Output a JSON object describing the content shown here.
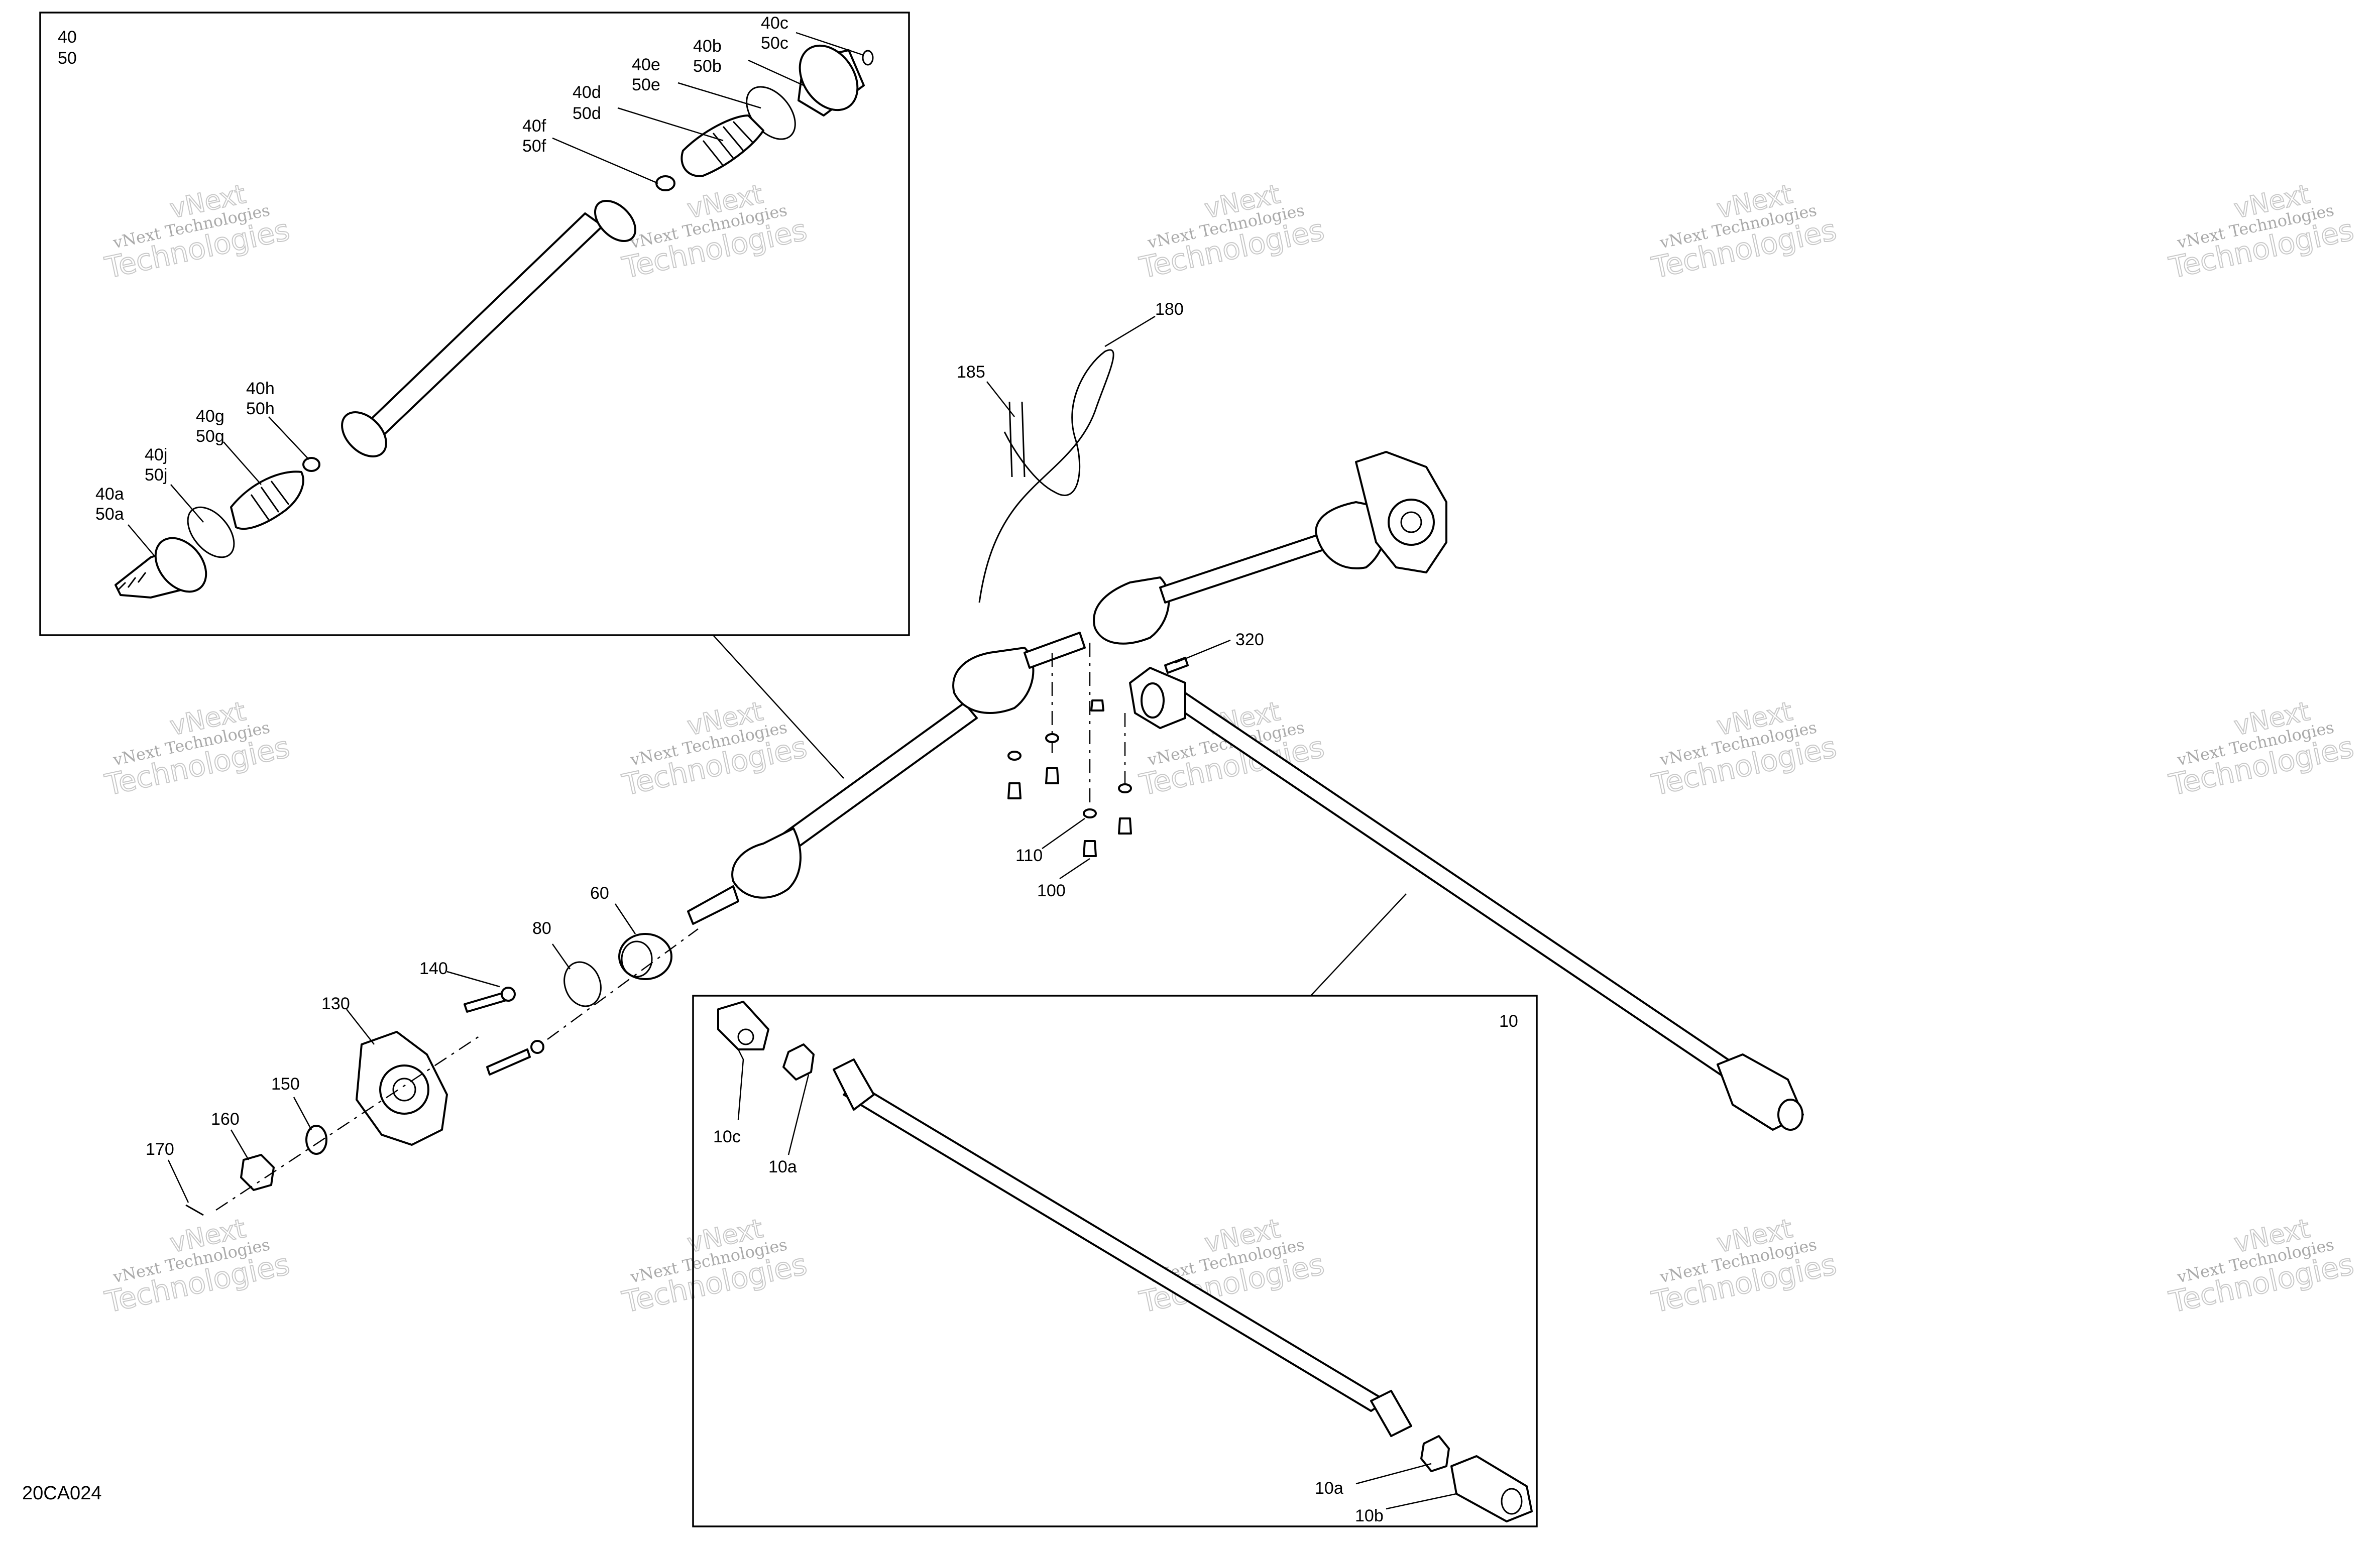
{
  "figure_code": "20CA024",
  "watermark": {
    "text_small": "vNext Technologies",
    "text_top": "vNext",
    "text_big": "Technologies"
  },
  "insets": {
    "half_shaft_kit_labels": [
      "40",
      "50"
    ],
    "propeller_shaft_label": "10"
  },
  "callouts": {
    "40a": [
      "40a",
      "50a"
    ],
    "40b": [
      "40b",
      "50b"
    ],
    "40c": [
      "40c",
      "50c"
    ],
    "40d": [
      "40d",
      "50d"
    ],
    "40e": [
      "40e",
      "50e"
    ],
    "40f": [
      "40f",
      "50f"
    ],
    "40g": [
      "40g",
      "50g"
    ],
    "40h": [
      "40h",
      "50h"
    ],
    "40j": [
      "40j",
      "50j"
    ],
    "10a_top": "10a",
    "10a_bottom": "10a",
    "10b": "10b",
    "10c": "10c",
    "60": "60",
    "80": "80",
    "100": "100",
    "110": "110",
    "130": "130",
    "140": "140",
    "150": "150",
    "160": "160",
    "170": "170",
    "180": "180",
    "185": "185",
    "320": "320"
  }
}
